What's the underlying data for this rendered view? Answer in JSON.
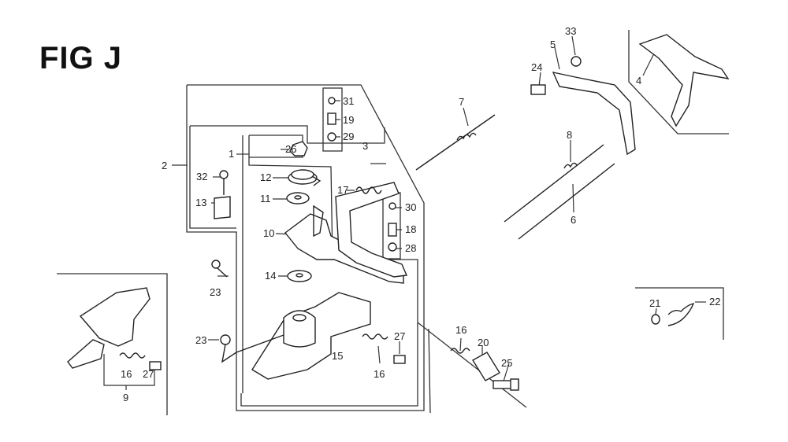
{
  "figure": {
    "title": "FIG J"
  },
  "callouts": {
    "c1": "1",
    "c2": "2",
    "c3": "3",
    "c4": "4",
    "c5": "5",
    "c6": "6",
    "c7": "7",
    "c8": "8",
    "c9": "9",
    "c10": "10",
    "c11": "11",
    "c12": "12",
    "c13": "13",
    "c14": "14",
    "c15": "15",
    "c16a": "16",
    "c16b": "16",
    "c16c": "16",
    "c17": "17",
    "c18": "18",
    "c19": "19",
    "c20": "20",
    "c21": "21",
    "c22": "22",
    "c23a": "23",
    "c23b": "23",
    "c24": "24",
    "c25": "25",
    "c26": "26",
    "c27a": "27",
    "c27b": "27",
    "c28": "28",
    "c29": "29",
    "c30": "30",
    "c31": "31",
    "c32": "32",
    "c33": "33"
  }
}
